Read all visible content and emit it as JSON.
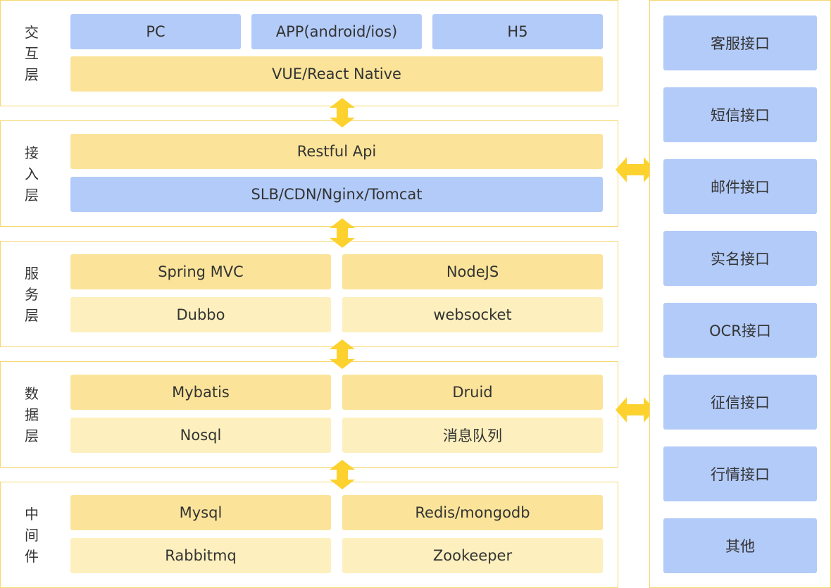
{
  "layers": [
    {
      "label": "交互层",
      "boxes": [
        "PC",
        "APP(android/ios)",
        "H5",
        "VUE/React Native"
      ]
    },
    {
      "label": "接入层",
      "boxes": [
        "Restful Api",
        "SLB/CDN/Nginx/Tomcat"
      ]
    },
    {
      "label": "服务层",
      "boxes": [
        "Spring MVC",
        "NodeJS",
        "Dubbo",
        "websocket"
      ]
    },
    {
      "label": "数据层",
      "boxes": [
        "Mybatis",
        "Druid",
        "Nosql",
        "消息队列"
      ]
    },
    {
      "label": "中间件",
      "boxes": [
        "Mysql",
        "Redis/mongodb",
        "Rabbitmq",
        "Zookeeper"
      ]
    }
  ],
  "interfaces": [
    "客服接口",
    "短信接口",
    "邮件接口",
    "实名接口",
    "OCR接口",
    "征信接口",
    "行情接口",
    "其他"
  ],
  "colors": {
    "blue": "#b3cbf8",
    "yellow": "#fbe49a",
    "light_yellow": "#fdf0be",
    "border": "#f5d76e",
    "arrow": "#fdd22f"
  }
}
